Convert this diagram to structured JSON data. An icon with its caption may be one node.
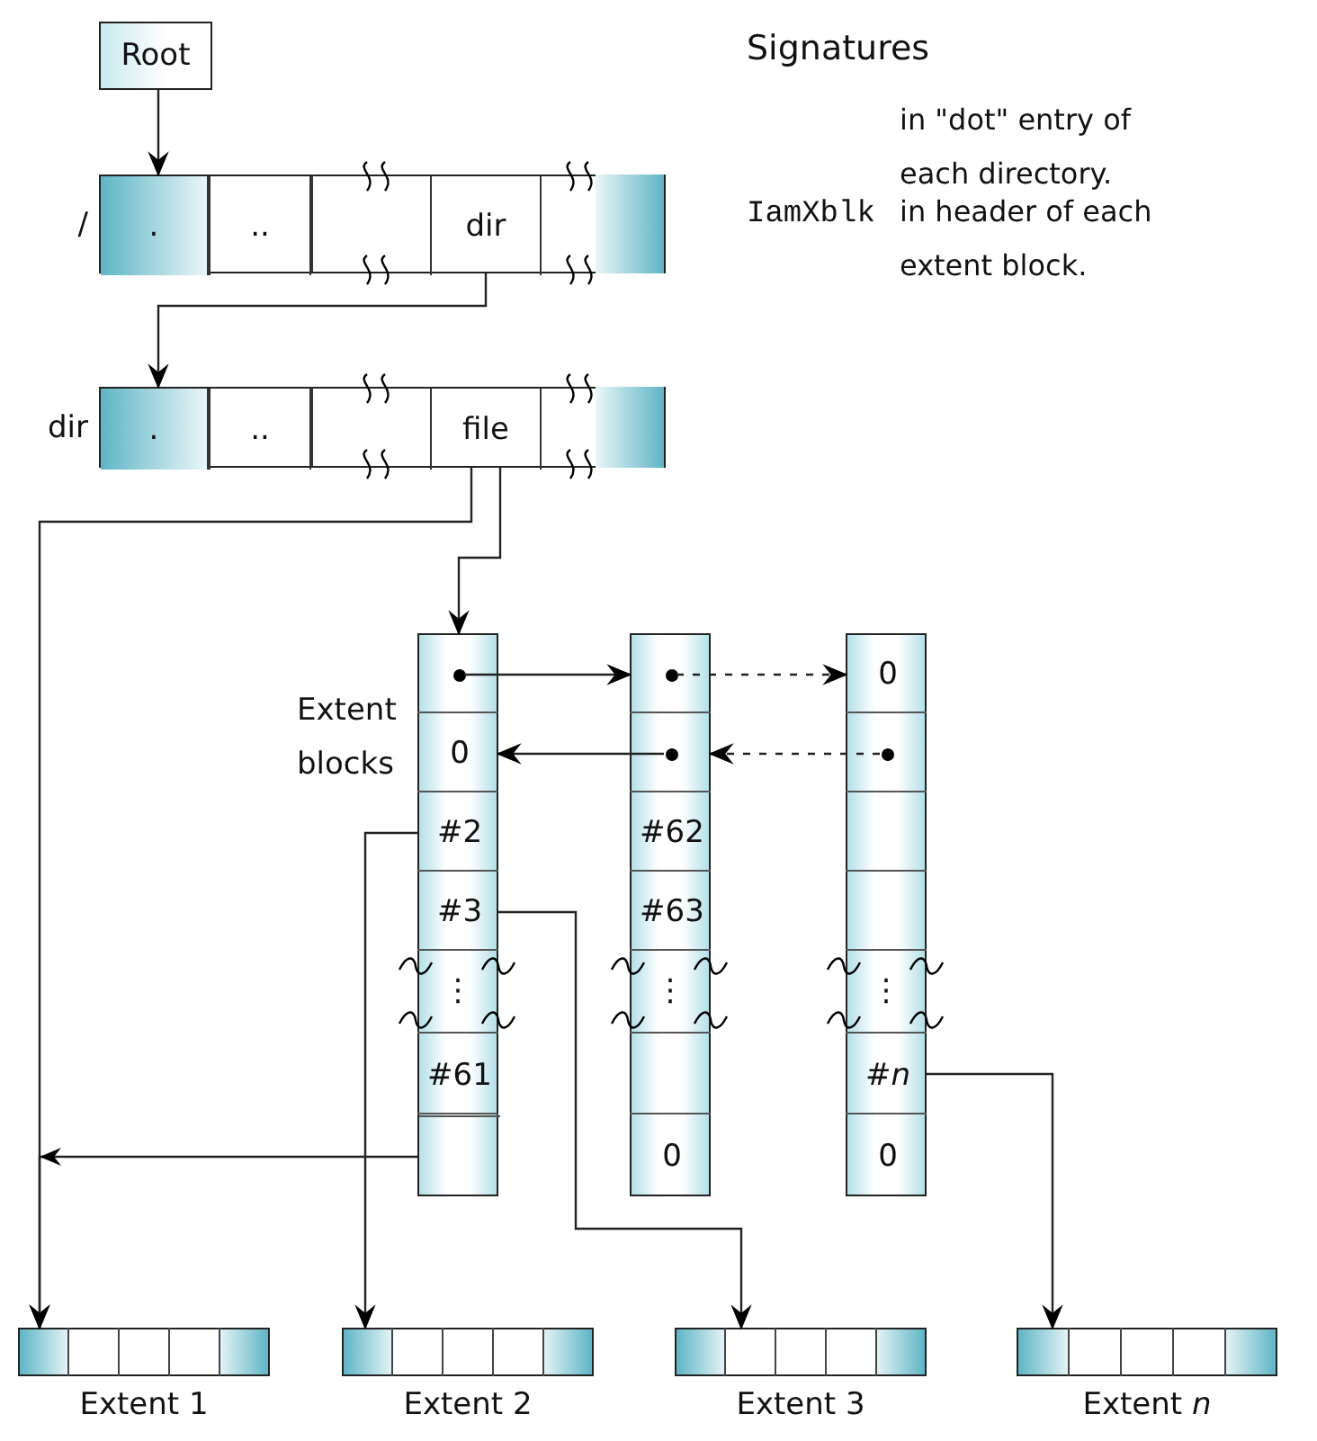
{
  "diagram": {
    "nodes": [
      {
        "text": [
          "Root"
        ]
      },
      {
        "text": [],
        "shape": "bar",
        "beside": [
          "/"
        ]
      },
      {
        "text": [
          "."
        ],
        "in": 1
      },
      {
        "text": [
          ".."
        ],
        "in": 1
      },
      {
        "text": [
          "dir"
        ],
        "in": 1
      },
      {
        "text": [],
        "shape": "bar",
        "beside": [
          "dir"
        ]
      },
      {
        "text": [
          "."
        ],
        "in": 5
      },
      {
        "text": [
          ".."
        ],
        "in": 5
      },
      {
        "text": [
          "file"
        ],
        "in": 5
      },
      {
        "text": [],
        "shape": "bar"
      },
      {
        "text": [],
        "shape": "circle",
        "in": 9
      },
      {
        "text": [
          "0"
        ],
        "in": 9
      },
      {
        "text": [
          "#2"
        ],
        "in": 9
      },
      {
        "text": [
          "#3"
        ],
        "in": 9
      },
      {
        "text": [
          "#61"
        ],
        "in": 9
      },
      {
        "text": [],
        "shape": "box",
        "in": 9
      },
      {
        "text": [],
        "shape": "bar"
      },
      {
        "text": [],
        "shape": "circle",
        "in": 16
      },
      {
        "text": [],
        "shape": "circle",
        "in": 16
      },
      {
        "text": [
          "#62"
        ],
        "in": 16
      },
      {
        "text": [
          "#63"
        ],
        "in": 16
      },
      {
        "text": [
          "0"
        ],
        "in": 16
      },
      {
        "text": [],
        "shape": "bar"
      },
      {
        "text": [
          "0"
        ],
        "in": 22
      },
      {
        "text": [],
        "shape": "circle",
        "in": 22
      },
      {
        "text": [
          "#*n*"
        ],
        "in": 22
      },
      {
        "text": [
          "0"
        ],
        "in": 22
      },
      {
        "text": [],
        "shape": "bar",
        "beside": [
          "Extent 1"
        ]
      },
      {
        "text": [],
        "shape": "bar",
        "beside": [
          "Extent 2"
        ]
      },
      {
        "text": [],
        "shape": "bar",
        "beside": [
          "Extent 3"
        ]
      },
      {
        "text": [],
        "shape": "bar",
        "beside": [
          "Extent *n*"
        ]
      }
    ],
    "edges": [
      {
        "from": 0,
        "to": 2,
        "arrow": "to"
      },
      {
        "from": 4,
        "to": 6,
        "arrow": "to"
      },
      {
        "from": 8,
        "to": 9,
        "arrow": "to"
      },
      {
        "from": 8,
        "to": 27,
        "arrow": "to"
      },
      {
        "from": 10,
        "to": 16,
        "arrow": "to"
      },
      {
        "from": 17,
        "to": 23,
        "arrow": "to",
        "style": "dashed"
      },
      {
        "from": 24,
        "to": 16,
        "arrow": "to",
        "style": "dashed"
      },
      {
        "from": 18,
        "to": 11,
        "arrow": "to"
      },
      {
        "from": 12,
        "to": 28,
        "arrow": "to"
      },
      {
        "from": 13,
        "to": 29,
        "arrow": "to"
      },
      {
        "from": 15,
        "to": 27,
        "arrow": "to"
      },
      {
        "from": 25,
        "to": 30,
        "arrow": "to"
      }
    ],
    "labels": [
      "Signatures",
      "in \"dot\" entry of each directory.",
      "IamXblk",
      "in header of each extent block.",
      "Extent blocks",
      "⋮",
      "⋮",
      "⋮"
    ]
  }
}
